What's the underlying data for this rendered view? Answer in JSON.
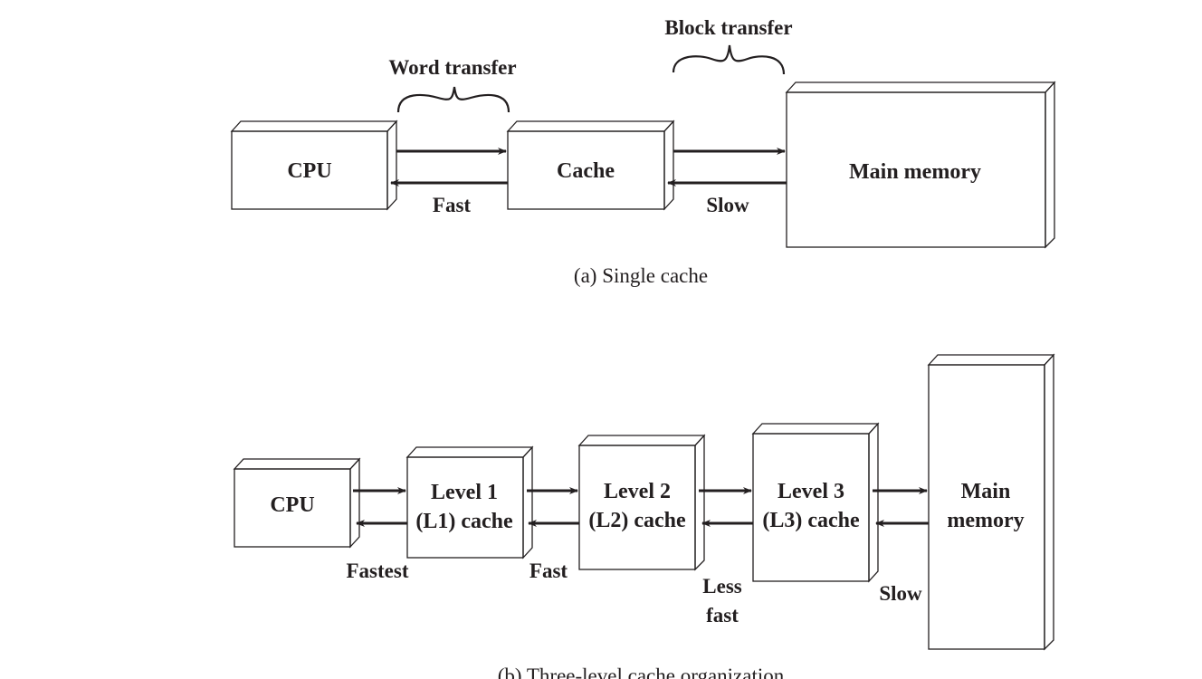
{
  "colors": {
    "front_light": "#c8d8d6",
    "front_lighter": "#dfe9e7",
    "top_dark": "#3a7e75",
    "side_dark": "#3a7e75",
    "top_mid": "#8fa8a5",
    "side_mid": "#8fa8a5",
    "white": "#ffffff",
    "ink": "#231f20"
  },
  "single_cache": {
    "cpu_label": "CPU",
    "cache_label": "Cache",
    "memory_label": "Main memory",
    "word_transfer_label": "Word transfer",
    "block_transfer_label": "Block transfer",
    "fast_label": "Fast",
    "slow_label": "Slow",
    "caption": "(a) Single cache"
  },
  "three_level": {
    "cpu_label": "CPU",
    "l1_line1": "Level 1",
    "l1_line2": "(L1) cache",
    "l2_line1": "Level 2",
    "l2_line2": "(L2) cache",
    "l3_line1": "Level 3",
    "l3_line2": "(L3) cache",
    "memory_line1": "Main",
    "memory_line2": "memory",
    "fastest_label": "Fastest",
    "fast_label": "Fast",
    "less_fast_line1": "Less",
    "less_fast_line2": "fast",
    "slow_label": "Slow",
    "caption": "(b) Three-level cache organization"
  }
}
